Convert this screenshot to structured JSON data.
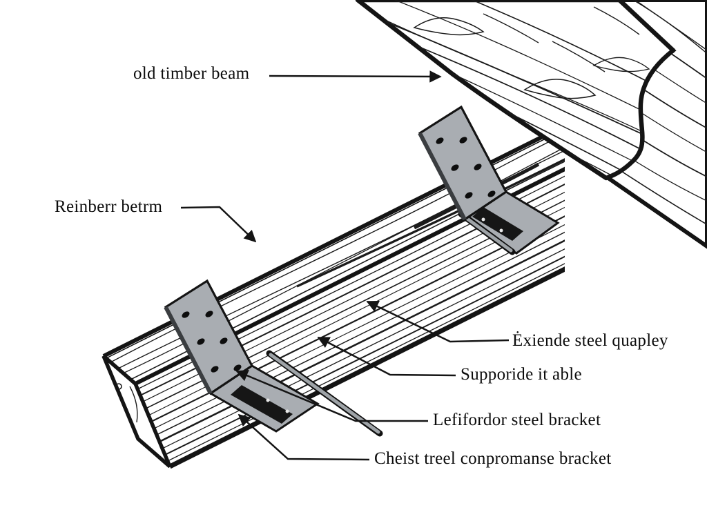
{
  "figure": {
    "type": "technical line illustration",
    "description": "Isometric black-and-white drawing of an old timber beam meeting a long reinforcement timber beam, joined with two grey steel angle brackets with bolts; six annotation labels with leader arrows.",
    "background_color": "#ffffff"
  },
  "colors": {
    "line": "#141414",
    "bracket_fill": "#a9adb2",
    "bracket_edge_dark": "#3a3d40",
    "slot_dark": "#161616",
    "pin_gray": "#9ea3a7",
    "text": "#0c0c0c"
  },
  "labels": [
    {
      "id": "old-timber-beam",
      "text": "old timber beam"
    },
    {
      "id": "reinforcement-beam",
      "text": "Reinberr betrm"
    },
    {
      "id": "extended-steel-plate",
      "text": "Ėxiende steel quapley"
    },
    {
      "id": "support-table",
      "text": "Supporide it able"
    },
    {
      "id": "left-steel-bracket",
      "text": "Lefifordor steel bracket"
    },
    {
      "id": "chest-compromise-bracket",
      "text": "Cheist treel conpromanse bracket"
    }
  ]
}
